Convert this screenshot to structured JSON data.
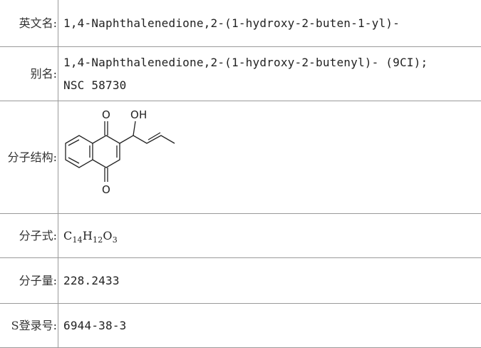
{
  "rows": {
    "english_name": {
      "label": "英文名:",
      "value": "1,4-Naphthalenedione,2-(1-hydroxy-2-buten-1-yl)-"
    },
    "synonyms": {
      "label": "别名:",
      "values": [
        "1,4-Naphthalenedione,2-(1-hydroxy-2-butenyl)- (9CI);",
        "NSC 58730"
      ]
    },
    "structure": {
      "label": "分子结构:",
      "atom_labels": {
        "o_top": "O",
        "oh": "OH",
        "o_bottom": "O"
      }
    },
    "formula": {
      "label": "分子式:",
      "parts": [
        "C",
        "14",
        "H",
        "12",
        "O",
        "3"
      ]
    },
    "mol_weight": {
      "label": "分子量:",
      "value": "228.2433"
    },
    "cas": {
      "label": "S登录号:",
      "value": "6944-38-3"
    }
  }
}
